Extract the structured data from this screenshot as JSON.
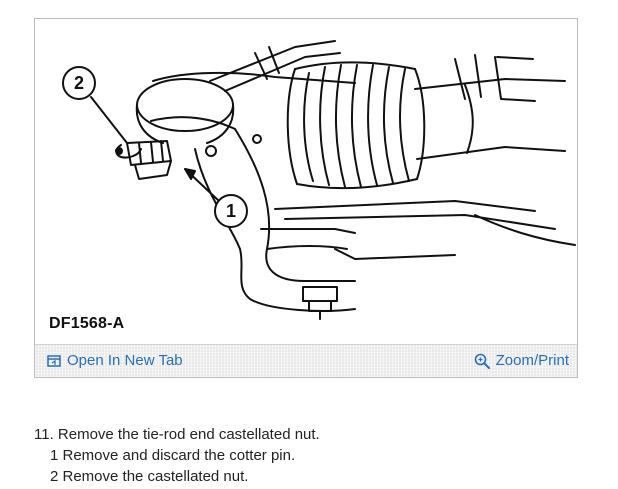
{
  "figure": {
    "id": "DF1568-A",
    "callouts": [
      "1",
      "2"
    ]
  },
  "toolbar": {
    "open_label": "Open In New Tab",
    "zoom_label": "Zoom/Print",
    "link_color": "#2a6fb8"
  },
  "steps": {
    "main": "11. Remove the tie-rod end castellated nut.",
    "sub": [
      "1  Remove and discard the cotter pin.",
      "2  Remove the castellated nut."
    ]
  }
}
